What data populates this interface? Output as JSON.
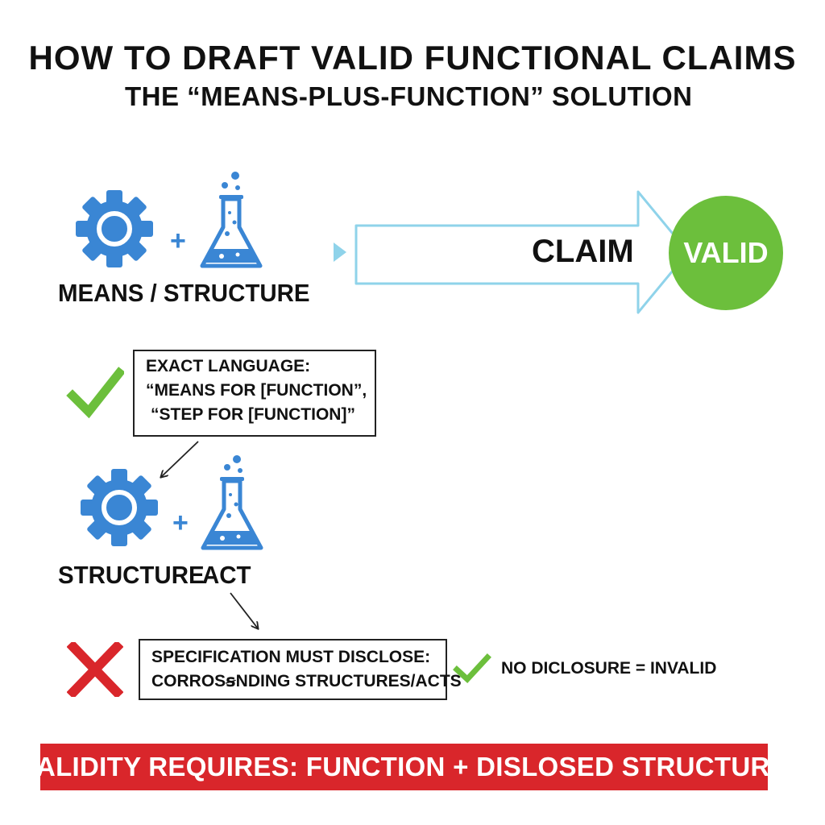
{
  "header": {
    "title": "HOW TO DRAFT VALID FUNCTIONAL CLAIMS",
    "subtitle": "THE “MEANS-PLUS-FUNCTION” SOLUTION"
  },
  "top_group": {
    "plus": "+",
    "label": "MEANS / STRUCTURE"
  },
  "claim_arrow": {
    "label": "CLAIM",
    "result": "VALID"
  },
  "exact_language_box": {
    "lines": [
      "EXACT LANGUAGE:",
      "“MEANS FOR [FUNCTION”,",
      "“STEP FOR [FUNCTION]”"
    ]
  },
  "middle_group": {
    "plus": "+",
    "label_structure": "STRUCTURE",
    "label_act": "ACT"
  },
  "spec_box": {
    "lines": [
      "SPECIFICATION MUST DISCLOSE:",
      "CORROSꞩNDING STRUCTURES/ACTS"
    ]
  },
  "no_disclosure": "NO DICLOSURE = INVALID",
  "banner": "VALIDITY REQUIRES: FUNCTION + DISLOSED STRUCTURE",
  "colors": {
    "icon_blue": "#3a86d4",
    "arrow_outline": "#8fd3ea",
    "valid_green": "#6cbf3c",
    "check_green": "#6cbf3c",
    "cross_red": "#d9262b",
    "banner_red": "#d9262b"
  },
  "icons": [
    "gear-icon",
    "flask-icon",
    "check-icon",
    "cross-icon",
    "arrow-icon"
  ]
}
